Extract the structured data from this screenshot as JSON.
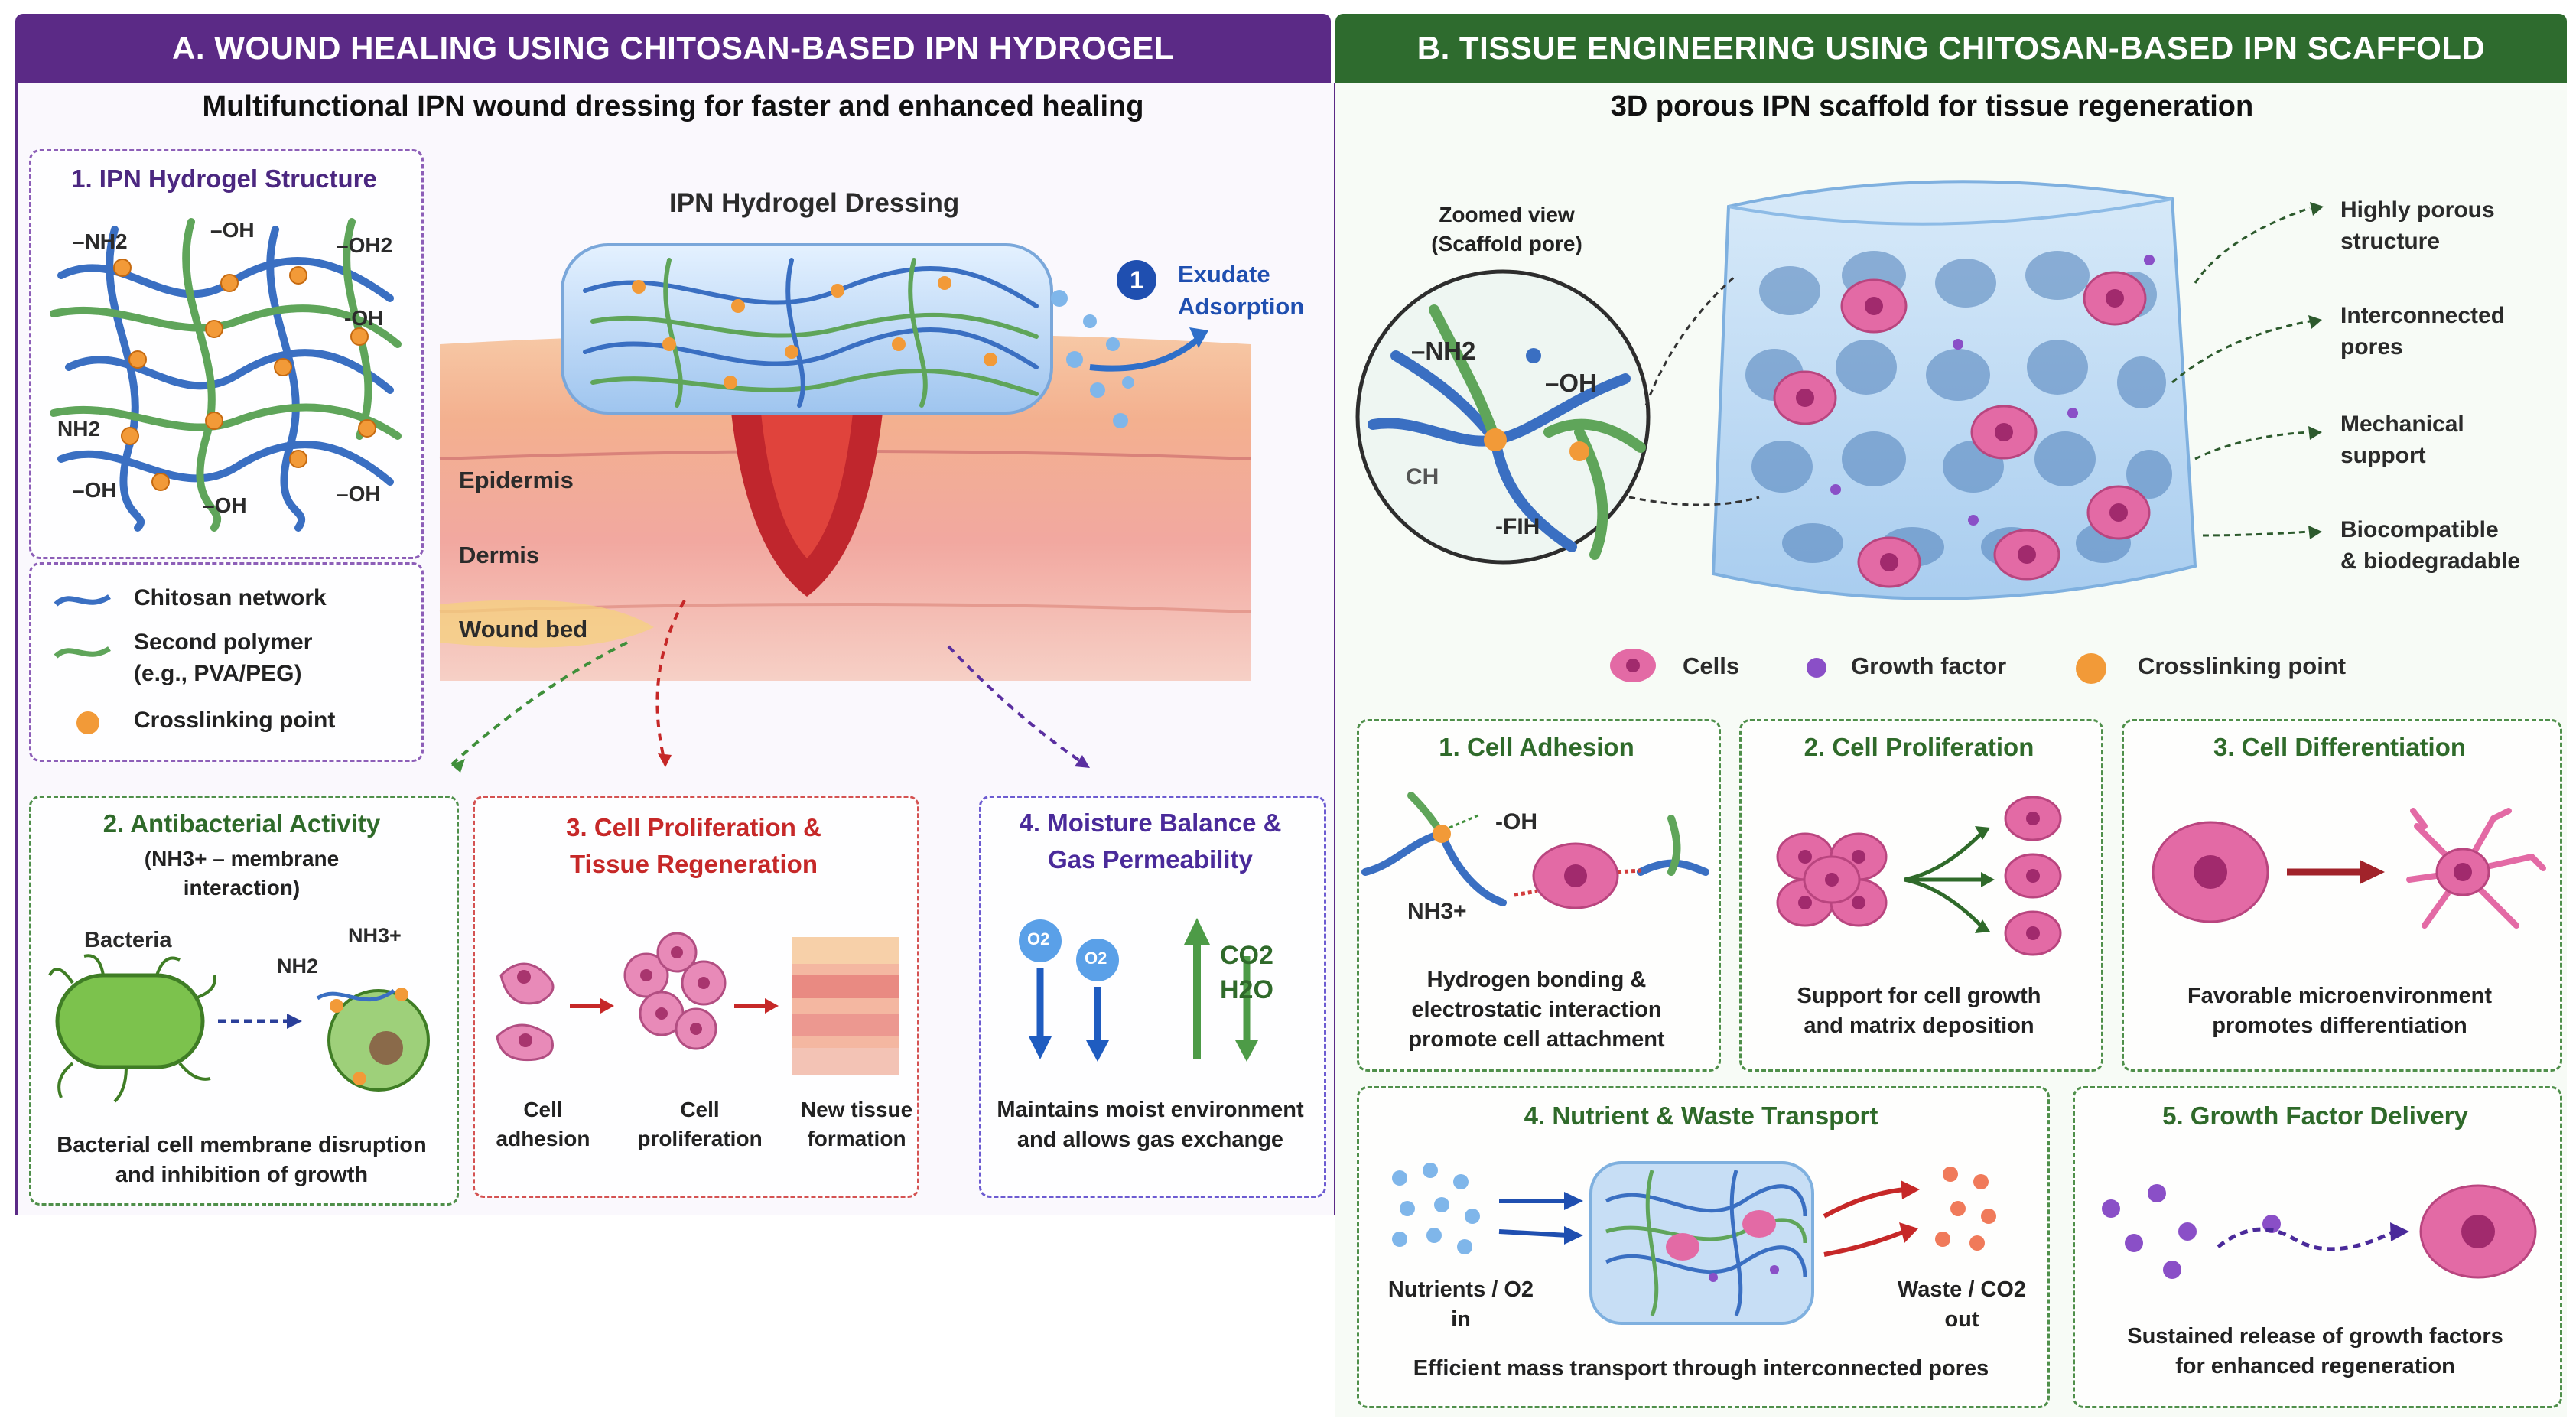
{
  "left": {
    "header": "A. WOUND HEALING USING CHITOSAN-BASED IPN HYDROGEL",
    "subtitle": "Multifunctional IPN wound dressing for faster and enhanced healing",
    "structure": {
      "title": "1. IPN Hydrogel Structure",
      "groups": [
        "–NH2",
        "–OH",
        "–OH2",
        "-OH",
        "NH2",
        "–OH",
        "–OH",
        "–OH"
      ],
      "legend": [
        {
          "label": "Chitosan network"
        },
        {
          "label": "Second polymer\n(e.g., PVA/PEG)"
        },
        {
          "label": "Crosslinking point"
        }
      ]
    },
    "dressing": {
      "title": "IPN Hydrogel Dressing",
      "exudate_num": "1",
      "exudate_label": "Exudate\nAdsorption",
      "layers": [
        "Epidermis",
        "Dermis",
        "Wound bed"
      ]
    },
    "antibacterial": {
      "title": "2. Antibacterial Activity",
      "subtitle": "(NH3+ – membrane\ninteraction)",
      "bacteria_label": "Bacteria",
      "nh2": "NH2",
      "nh3": "NH3+",
      "caption": "Bacterial cell membrane disruption\nand inhibition of growth"
    },
    "proliferation": {
      "title": "3. Cell Proliferation &\nTissue Regeneration",
      "steps": [
        "Cell\nadhesion",
        "Cell\nproliferation",
        "New tissue\nformation"
      ]
    },
    "moisture": {
      "title": "4. Moisture Balance &\nGas Permeability",
      "o2": "O2",
      "co2": "CO2",
      "h2o": "H2O",
      "caption": "Maintains moist environment\nand allows gas exchange"
    }
  },
  "right": {
    "header": "B. TISSUE ENGINEERING USING CHITOSAN-BASED IPN SCAFFOLD",
    "subtitle": "3D porous IPN scaffold for tissue regeneration",
    "zoom": {
      "label": "Zoomed view\n(Scaffold pore)",
      "nh2": "–NH2",
      "oh": "–OH",
      "ch": "CH",
      "fih": "-FIH"
    },
    "features": [
      "Highly porous\nstructure",
      "Interconnected\npores",
      "Mechanical\nsupport",
      "Biocompatible\n& biodegradable"
    ],
    "legend": [
      "Cells",
      "Growth factor",
      "Crosslinking point"
    ],
    "adhesion": {
      "title": "1. Cell Adhesion",
      "oh": "-OH",
      "nh3": "NH3+",
      "caption": "Hydrogen bonding &\nelectrostatic interaction\npromote cell attachment"
    },
    "proliferation": {
      "title": "2. Cell Proliferation",
      "caption": "Support for cell growth\nand matrix deposition"
    },
    "differentiation": {
      "title": "3. Cell Differentiation",
      "caption": "Favorable microenvironment\npromotes differentiation"
    },
    "transport": {
      "title": "4. Nutrient & Waste Transport",
      "in_label": "Nutrients / O2\nin",
      "out_label": "Waste / CO2\nout",
      "caption": "Efficient mass transport through interconnected pores"
    },
    "delivery": {
      "title": "5. Growth Factor Delivery",
      "caption": "Sustained release of growth factors\nfor enhanced regeneration"
    }
  },
  "colors": {
    "purple": "#5b2a86",
    "green": "#2e6b2e",
    "chitosan": "#3a6fc2",
    "polymer": "#5fa55a",
    "crosslink": "#f29a38",
    "cell": "#e36aa5",
    "growth_factor": "#8a4fc7",
    "red": "#c62828"
  }
}
